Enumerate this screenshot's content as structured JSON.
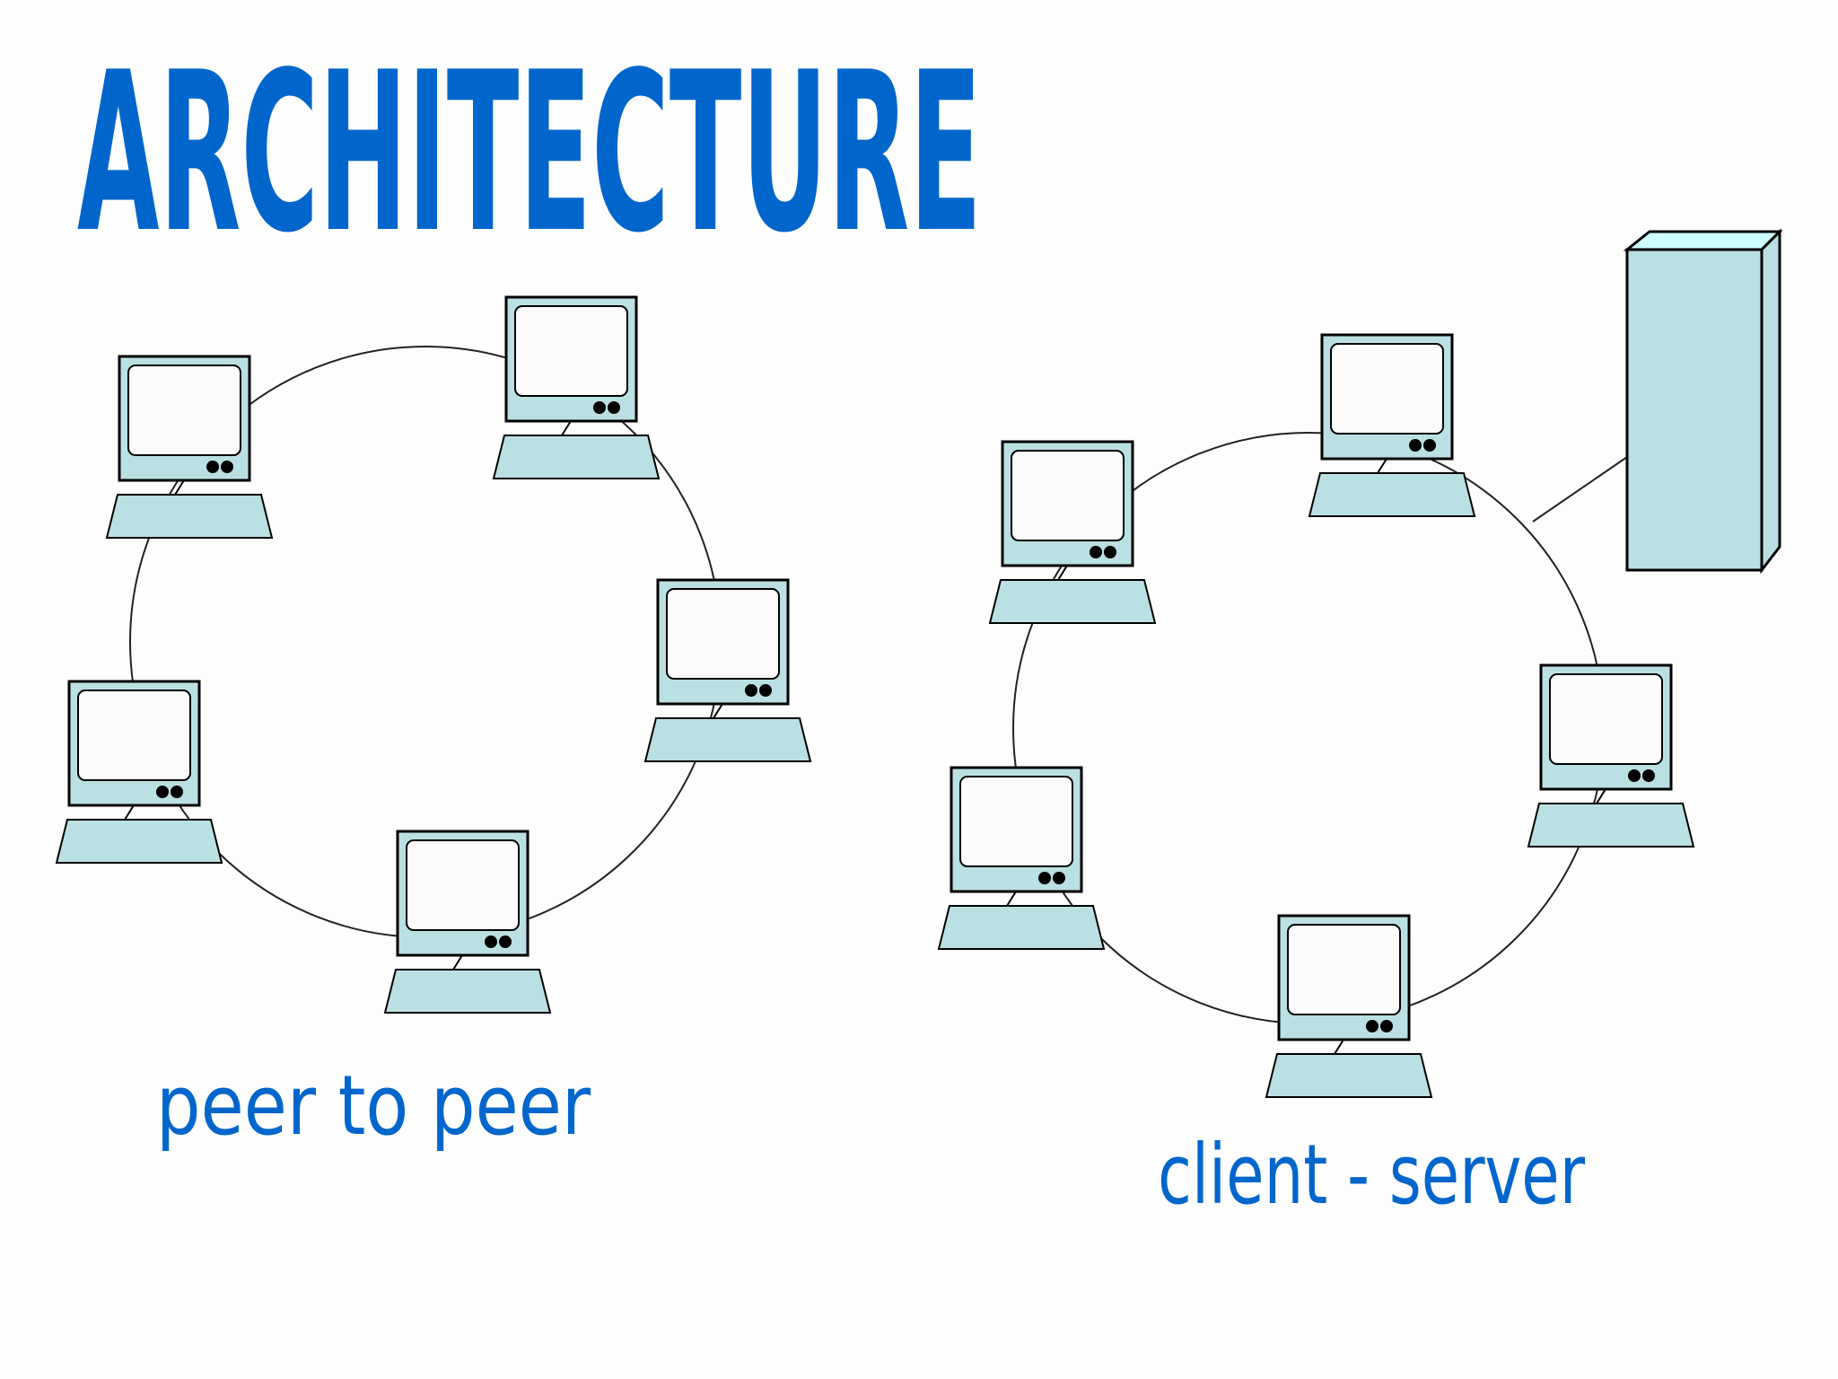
{
  "title": "ARCHITECTURE",
  "colors": {
    "title": "#0066cc",
    "caption": "#0066cc",
    "device_fill": "#bbe0e3",
    "screen_fill": "#fbfbfb",
    "server_top": "#ccffff",
    "outline": "#000000",
    "link": "#222222"
  },
  "diagrams": [
    {
      "caption": "peer to peer",
      "nodes": [
        {
          "kind": "computer-icon"
        },
        {
          "kind": "computer-icon"
        },
        {
          "kind": "computer-icon"
        },
        {
          "kind": "computer-icon"
        },
        {
          "kind": "computer-icon"
        }
      ]
    },
    {
      "caption": "client - server",
      "nodes": [
        {
          "kind": "computer-icon"
        },
        {
          "kind": "computer-icon"
        },
        {
          "kind": "computer-icon"
        },
        {
          "kind": "computer-icon"
        },
        {
          "kind": "computer-icon"
        }
      ],
      "server": {
        "kind": "server-tower-icon"
      }
    }
  ]
}
